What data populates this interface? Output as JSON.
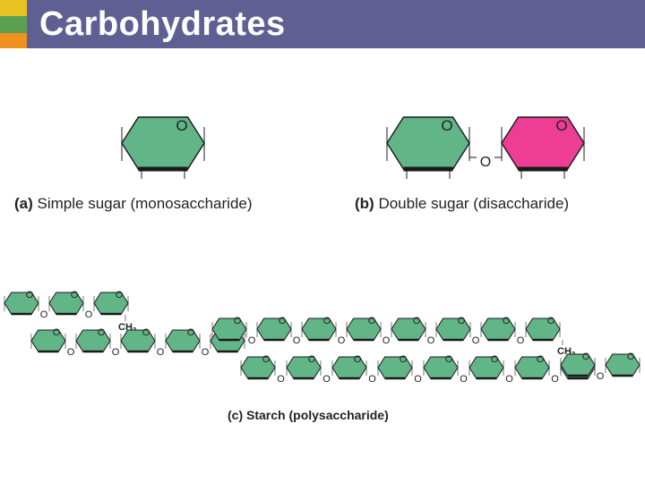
{
  "title": "Carbohydrates",
  "colors": {
    "title_bar": "#5f5f93",
    "accent_yellow": "#e8c220",
    "accent_green": "#5aa050",
    "accent_orange": "#f0901e",
    "glucose_ring": "#62b586",
    "fructose_ring": "#ee3d94",
    "ring_edge": "#1a1a1a"
  },
  "panels": {
    "a": {
      "tag": "(a)",
      "text": "Simple sugar (monosaccharide)"
    },
    "b": {
      "tag": "(b)",
      "text": "Double sugar (disaccharide)"
    },
    "c": {
      "tag": "(c)",
      "text": "Starch (polysaccharide)"
    }
  },
  "atom_labels": {
    "oxygen": "O",
    "methylene": "CH",
    "methylene_subscript": "2"
  }
}
